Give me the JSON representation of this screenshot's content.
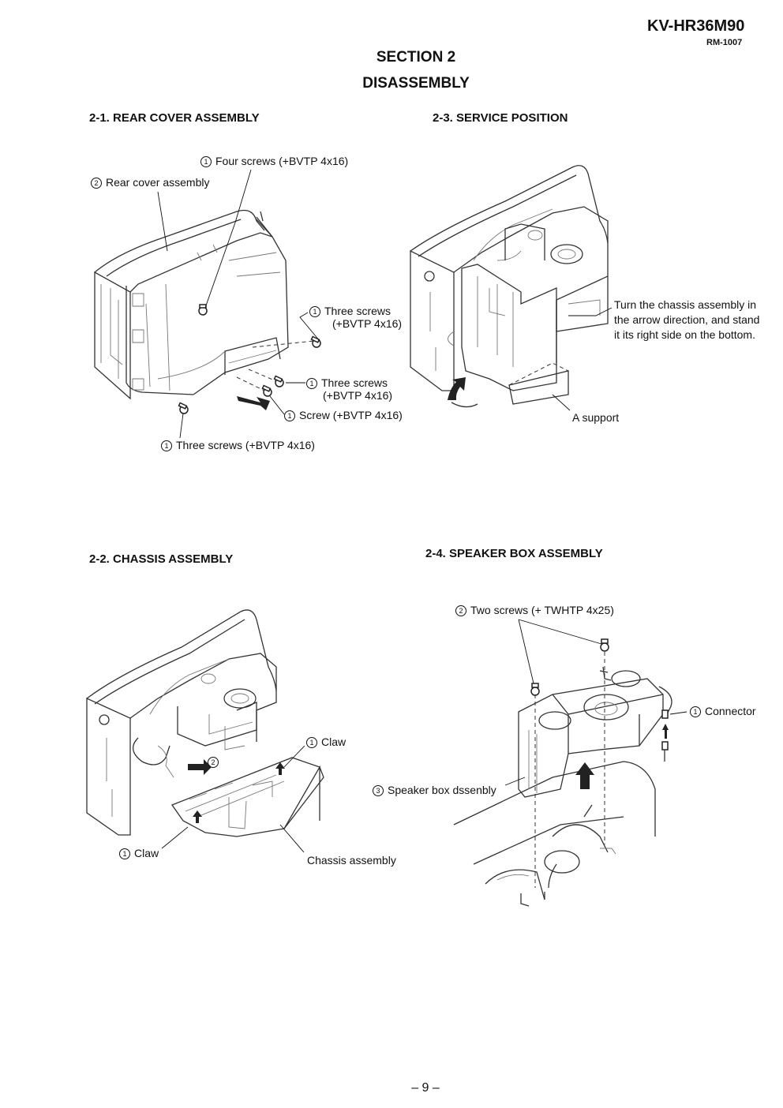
{
  "header": {
    "model": "KV-HR36M90",
    "rm_code": "RM-1007"
  },
  "section": {
    "number": "SECTION 2",
    "title": "DISASSEMBLY"
  },
  "s21": {
    "heading": "2-1.  REAR COVER ASSEMBLY",
    "labels": {
      "four_screws": {
        "num": "1",
        "text": "Four screws (+BVTP 4x16)"
      },
      "rear_cover": {
        "num": "2",
        "text": "Rear cover assembly"
      },
      "three_screws_a": {
        "num": "1",
        "text": "Three screws",
        "spec": "(+BVTP 4x16)"
      },
      "three_screws_b": {
        "num": "1",
        "text": "Three screws",
        "spec": "(+BVTP 4x16)"
      },
      "screw": {
        "num": "1",
        "text": "Screw (+BVTP 4x16)"
      },
      "three_screws_c": {
        "num": "1",
        "text": "Three screws (+BVTP 4x16)"
      }
    }
  },
  "s23": {
    "heading": "2-3.  SERVICE POSITION",
    "instruction": "Turn the chassis assembly in the arrow direction, and stand it its right side on the  bottom.",
    "support": "A support"
  },
  "s22": {
    "heading": "2-2.  CHASSIS ASSEMBLY",
    "labels": {
      "claw_top": {
        "num": "1",
        "text": "Claw"
      },
      "step2": {
        "num": "2"
      },
      "claw_bottom": {
        "num": "1",
        "text": "Claw"
      },
      "chassis": "Chassis assembly"
    }
  },
  "s24": {
    "heading": "2-4.    SPEAKER BOX ASSEMBLY",
    "labels": {
      "two_screws": {
        "num": "2",
        "text": "Two screws (+ TWHTP 4x25)"
      },
      "connector": {
        "num": "1",
        "text": "Connector"
      },
      "speaker_box": {
        "num": "3",
        "text": "Speaker box dssenbly"
      }
    }
  },
  "footer": {
    "page": "– 9 –"
  }
}
